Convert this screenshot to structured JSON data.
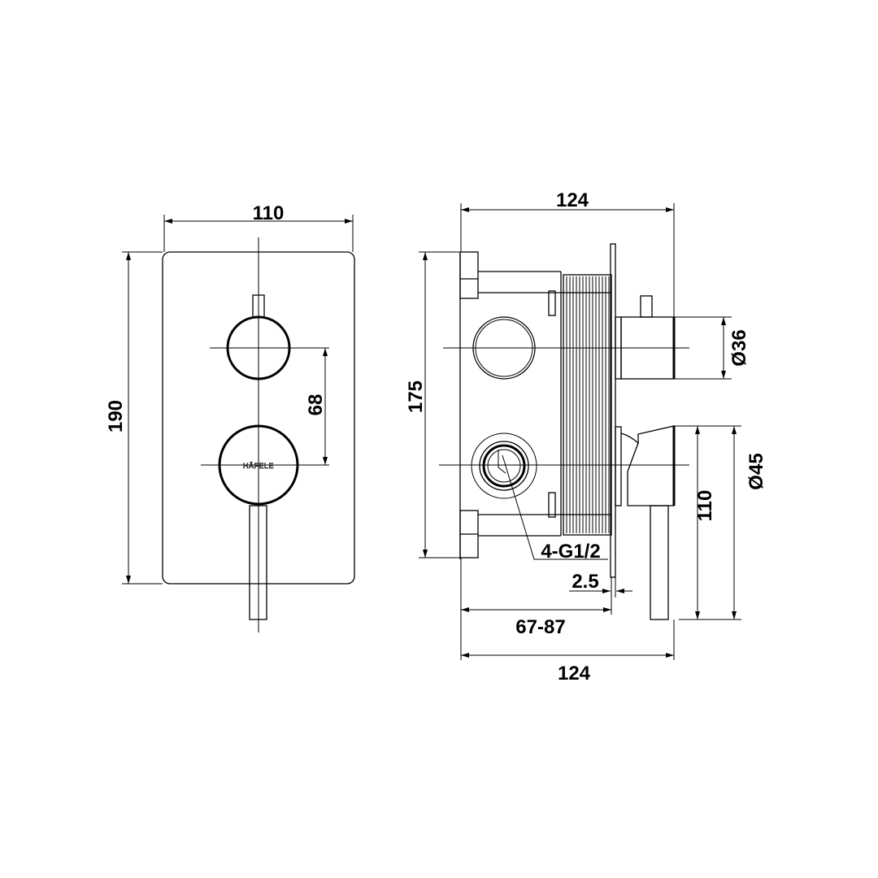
{
  "front_view": {
    "width_label": "110",
    "height_label": "190",
    "knob_spacing_label": "68",
    "logo_text": "HÄFELE"
  },
  "side_view": {
    "overall_depth_top_label": "124",
    "body_height_label": "175",
    "top_knob_diameter_label": "Ø36",
    "bottom_knob_diameter_label": "Ø45",
    "lever_length_label": "110",
    "connection_label": "4-G1/2",
    "plate_thickness_label": "2.5",
    "install_depth_label": "67-87",
    "overall_depth_bottom_label": "124"
  }
}
